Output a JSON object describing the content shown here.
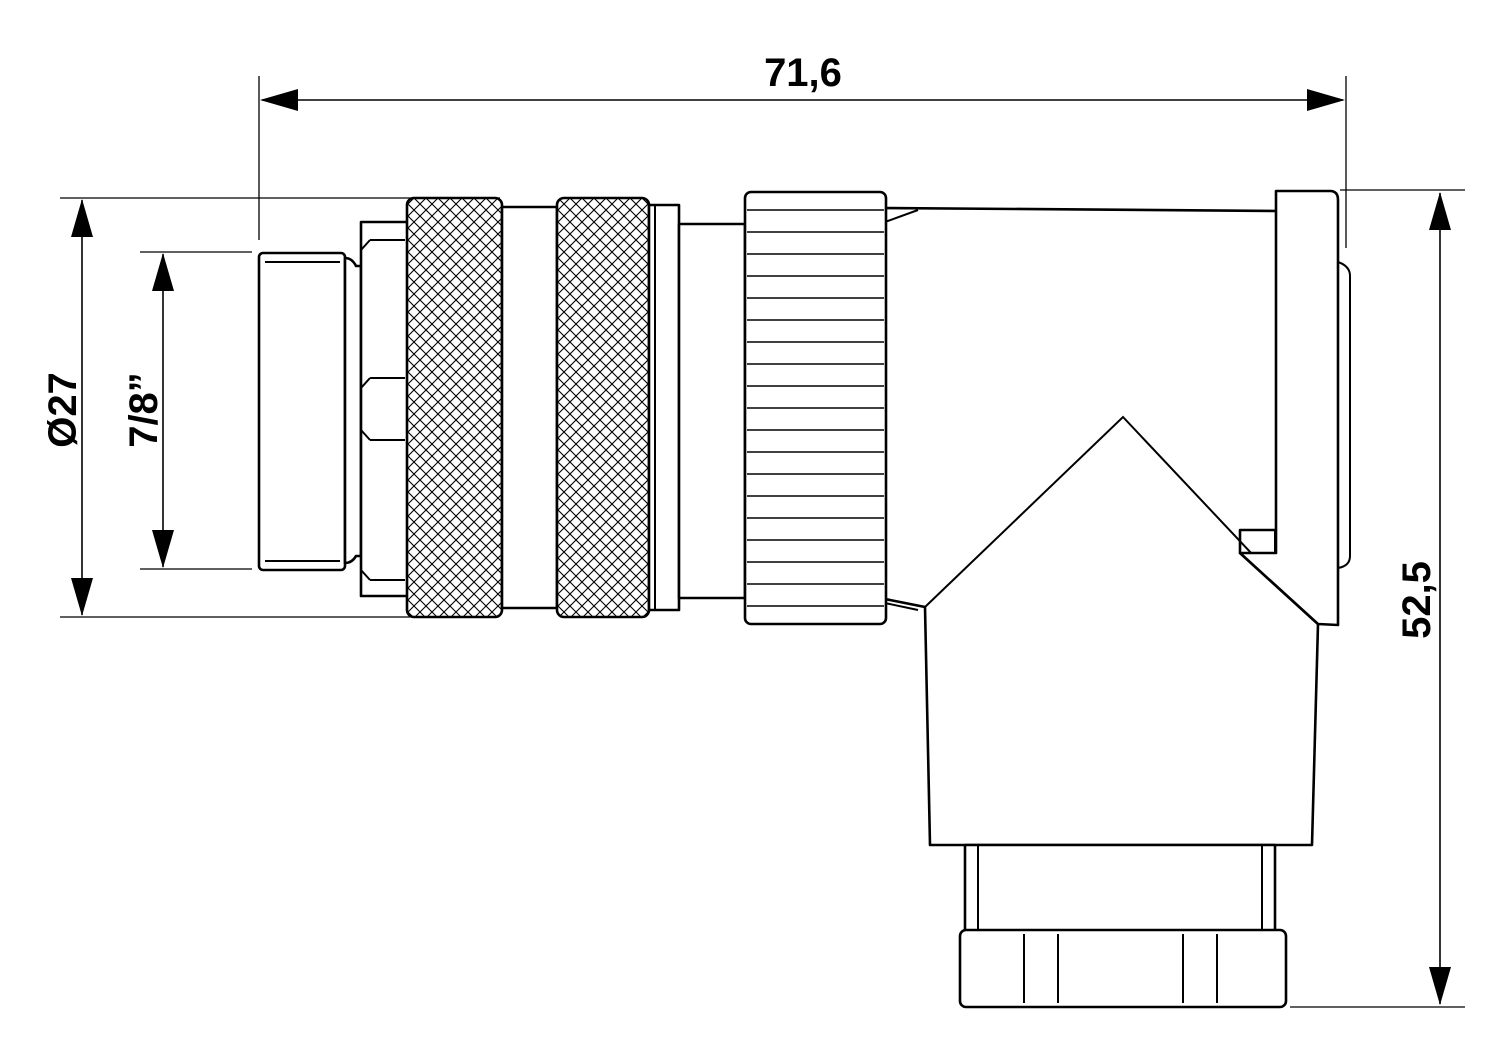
{
  "dimensions": {
    "overall_length": "71,6",
    "overall_height": "52,5",
    "diameter": "Ø27",
    "thread": "7/8”"
  }
}
